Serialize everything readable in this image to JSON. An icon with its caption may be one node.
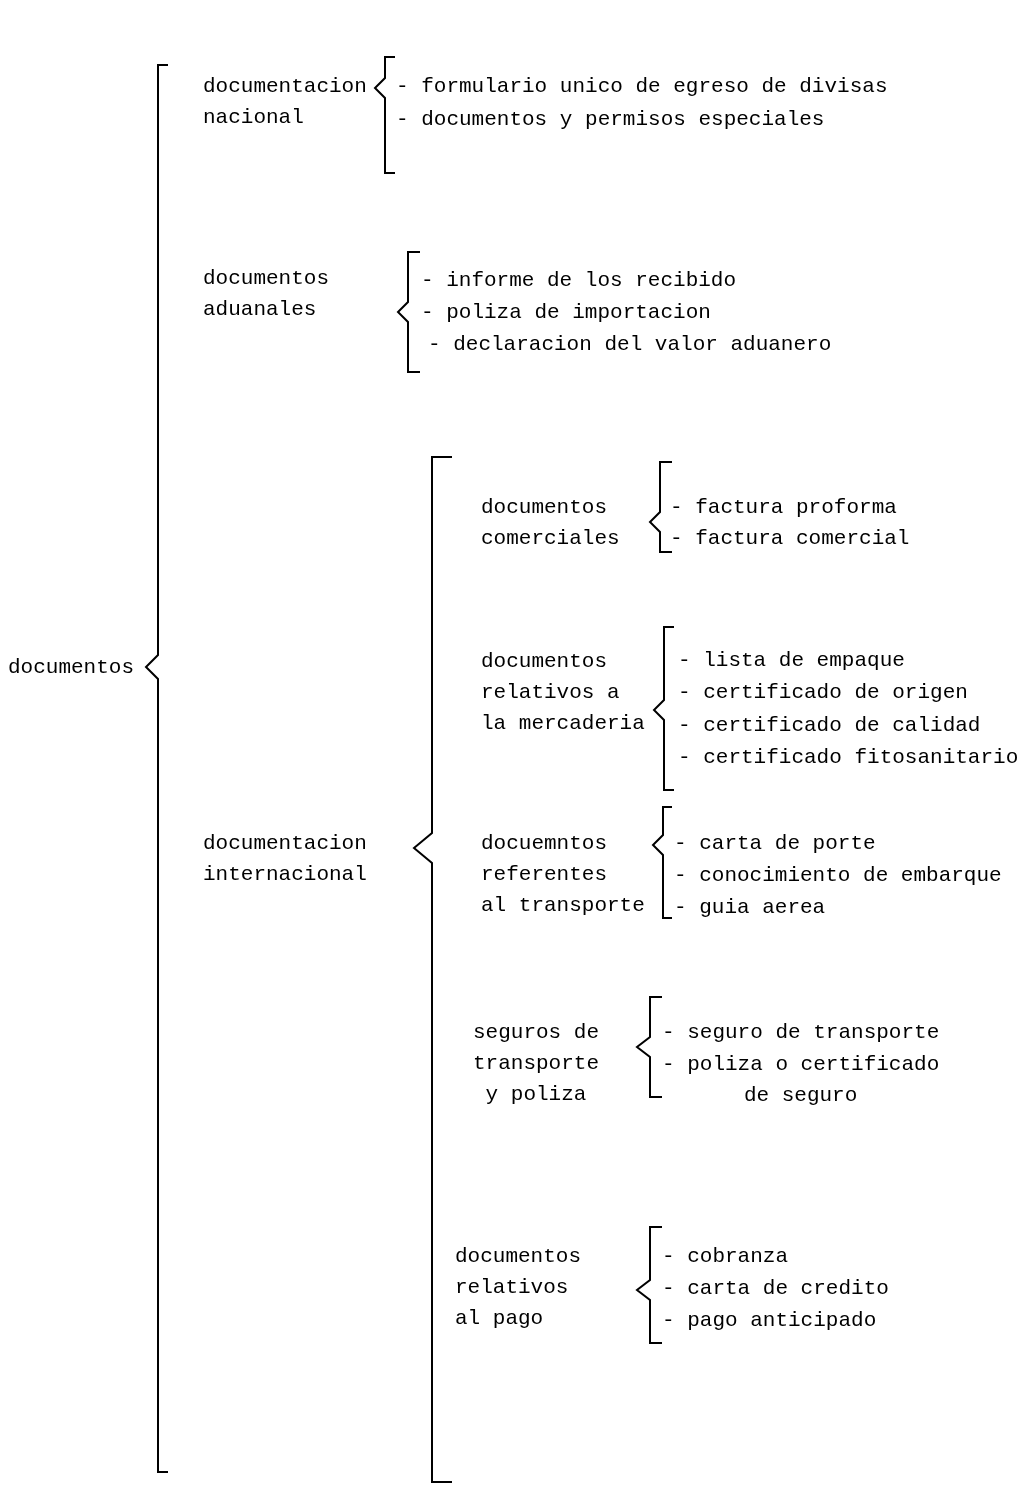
{
  "diagram": {
    "labels": [
      "documentos",
      "documentacion nacional",
      "- formulario unico de egreso de divisas",
      "- documentos y permisos especiales",
      "documentos aduanales",
      "- informe de los recibido",
      "- poliza de importacion",
      "- declaracion del valor aduanero",
      "documentos comerciales",
      "- factura proforma",
      "- factura comercial",
      "documentos relativos a la mercaderia",
      "- lista de empaque",
      "- certificado de origen",
      "- certificado de calidad",
      "- certificado fitosanitario",
      "documentacion internacional",
      "docuemntos referentes al transporte",
      "- carta de porte",
      "- conocimiento de embarque",
      "- guia aerea",
      "seguros de transporte y poliza",
      "- seguro de transporte",
      "- poliza o certificado de seguro",
      "documentos relativos al pago",
      "- cobranza",
      "- carta de credito",
      "- pago anticipado"
    ]
  }
}
